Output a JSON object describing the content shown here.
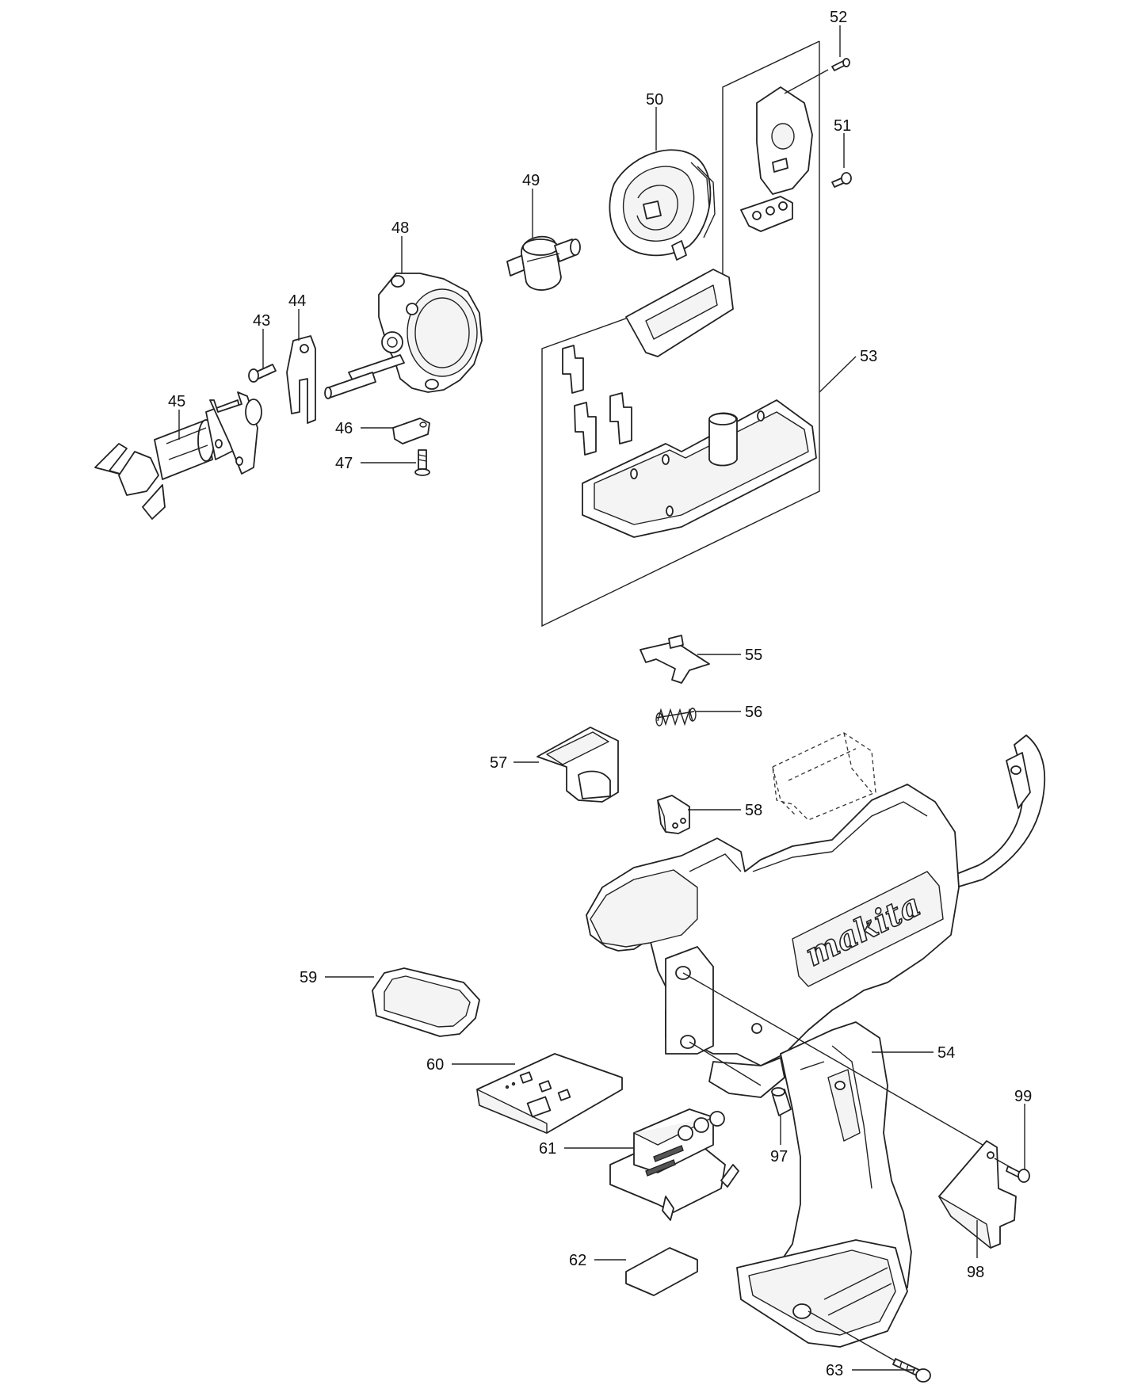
{
  "brand_text": "makita",
  "callouts": [
    {
      "id": "c43",
      "label": "43"
    },
    {
      "id": "c44",
      "label": "44"
    },
    {
      "id": "c45",
      "label": "45"
    },
    {
      "id": "c46",
      "label": "46"
    },
    {
      "id": "c47",
      "label": "47"
    },
    {
      "id": "c48",
      "label": "48"
    },
    {
      "id": "c49",
      "label": "49"
    },
    {
      "id": "c50",
      "label": "50"
    },
    {
      "id": "c51",
      "label": "51"
    },
    {
      "id": "c52",
      "label": "52"
    },
    {
      "id": "c53",
      "label": "53"
    },
    {
      "id": "c54",
      "label": "54"
    },
    {
      "id": "c55",
      "label": "55"
    },
    {
      "id": "c56",
      "label": "56"
    },
    {
      "id": "c57",
      "label": "57"
    },
    {
      "id": "c58",
      "label": "58"
    },
    {
      "id": "c59",
      "label": "59"
    },
    {
      "id": "c60",
      "label": "60"
    },
    {
      "id": "c61",
      "label": "61"
    },
    {
      "id": "c62",
      "label": "62"
    },
    {
      "id": "c63",
      "label": "63"
    },
    {
      "id": "c97",
      "label": "97"
    },
    {
      "id": "c98",
      "label": "98"
    },
    {
      "id": "c99",
      "label": "99"
    }
  ]
}
